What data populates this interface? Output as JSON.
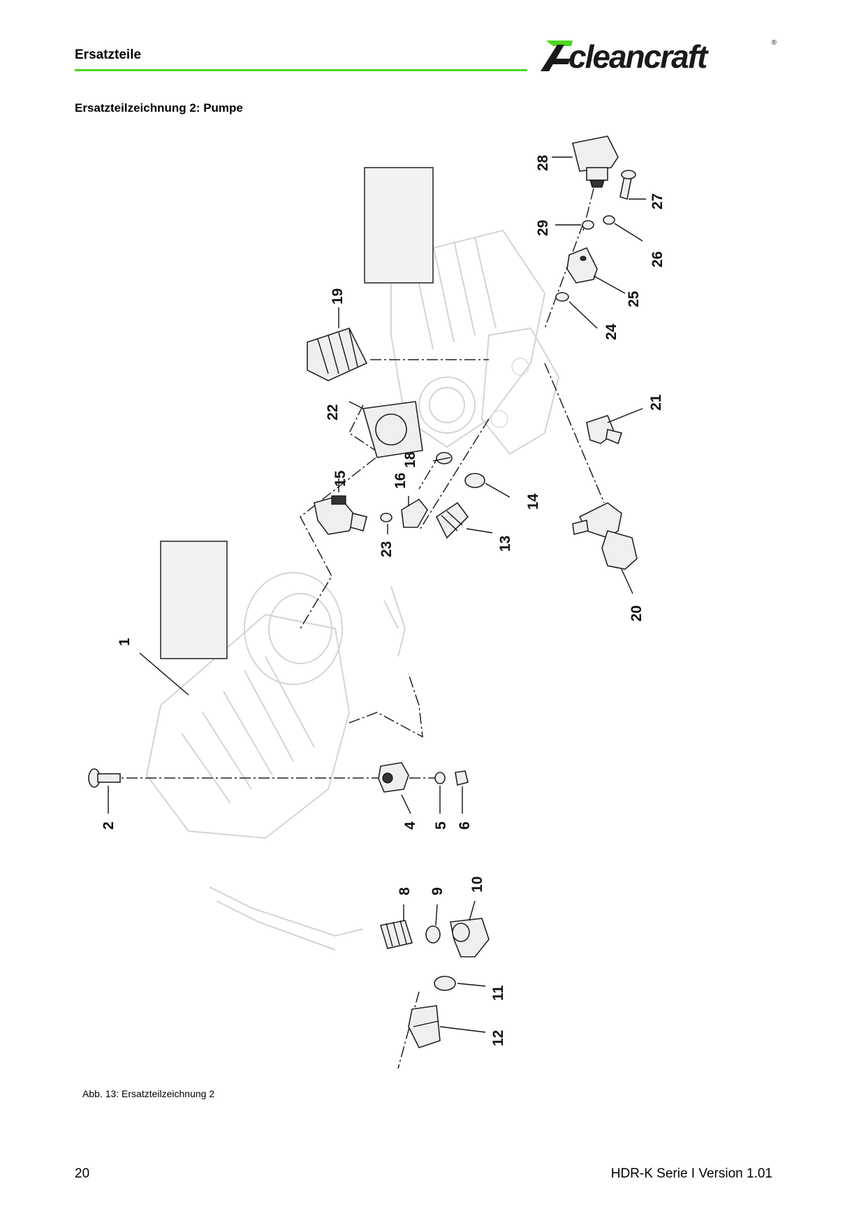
{
  "header": {
    "title": "Ersatzteile",
    "rule_color": "#4cd620"
  },
  "logo": {
    "text": "cleancraft",
    "registered": "®"
  },
  "section": {
    "title": "Ersatzteilzeichnung 2: Pumpe"
  },
  "drawing": {
    "callouts": [
      "1",
      "2",
      "4",
      "5",
      "6",
      "8",
      "9",
      "10",
      "11",
      "12",
      "13",
      "14",
      "15",
      "16",
      "18",
      "19",
      "20",
      "21",
      "22",
      "23",
      "24",
      "25",
      "26",
      "27",
      "28",
      "29"
    ]
  },
  "caption": "Abb. 13: Ersatzteilzeichnung 2",
  "footer": {
    "page_number": "20",
    "document": "HDR-K Serie I Version 1.01"
  }
}
